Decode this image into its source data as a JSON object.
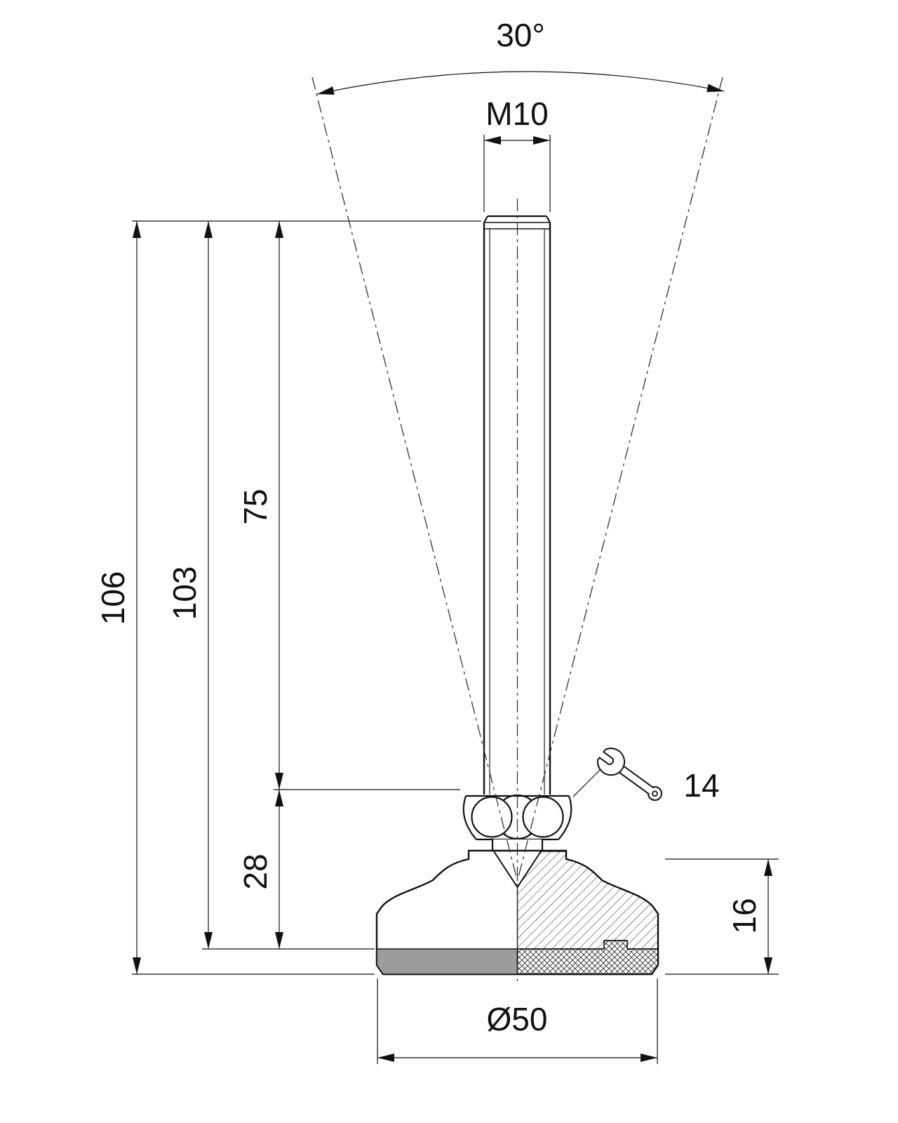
{
  "drawing": {
    "type": "technical-dimension-drawing",
    "labels": {
      "swivel_angle": "30°",
      "thread": "M10",
      "overall_height": "106",
      "height_to_pad": "103",
      "thread_length": "75",
      "lower_height": "28",
      "wrench_size": "14",
      "base_height": "16",
      "base_diameter": "Ø50"
    },
    "colors": {
      "line": "#111111",
      "pad": "#9c9c9c",
      "background": "#ffffff"
    }
  }
}
